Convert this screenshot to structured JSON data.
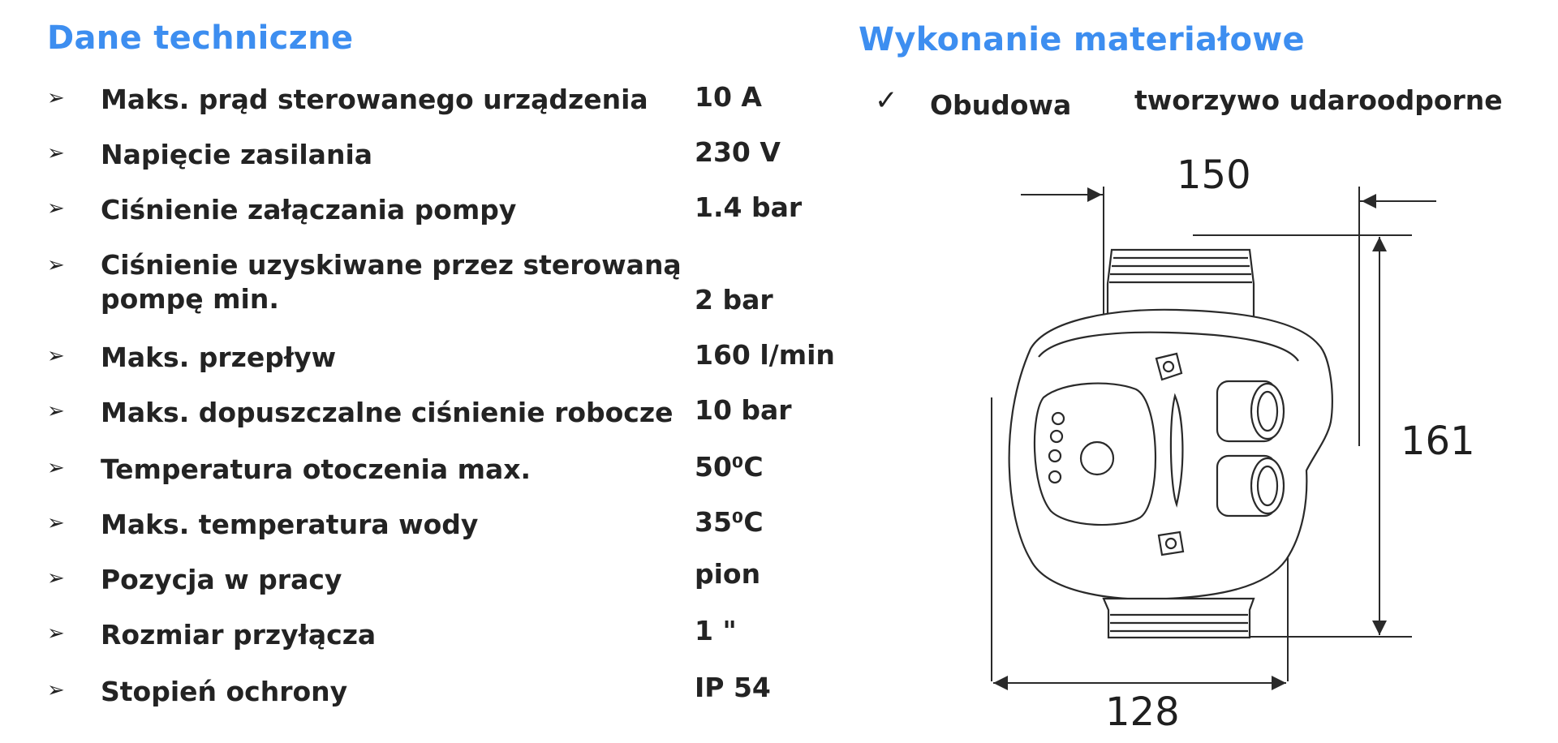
{
  "left_section": {
    "title": "Dane techniczne",
    "bullet_glyph": "➢",
    "specs": [
      {
        "label": "Maks. prąd sterowanego urządzenia",
        "value": "10 A"
      },
      {
        "label": "Napięcie zasilania",
        "value": "230 V"
      },
      {
        "label": "Ciśnienie załączania pompy",
        "value": "1.4 bar"
      },
      {
        "label": "Ciśnienie uzyskiwane przez sterowaną pompę min.",
        "value": "2 bar"
      },
      {
        "label": "Maks. przepływ",
        "value": "160 l/min"
      },
      {
        "label": "Maks. dopuszczalne ciśnienie robocze",
        "value": "10 bar"
      },
      {
        "label": "Temperatura otoczenia max.",
        "value": "50⁰C"
      },
      {
        "label": "Maks. temperatura wody",
        "value": "35⁰C"
      },
      {
        "label": "Pozycja w pracy",
        "value": "pion"
      },
      {
        "label": "Rozmiar przyłącza",
        "value": "1 \""
      },
      {
        "label": "Stopień ochrony",
        "value": "IP 54"
      }
    ]
  },
  "right_section": {
    "title": "Wykonanie materiałowe",
    "check_glyph": "✓",
    "material_label": "Obudowa",
    "material_value": "tworzywo udaroodporne"
  },
  "drawing": {
    "dim_width_top": "150",
    "dim_height": "161",
    "dim_width_bottom": "128"
  },
  "colors": {
    "accent": "#3d8ef0",
    "text": "#232323",
    "line": "#2a2a2a"
  }
}
